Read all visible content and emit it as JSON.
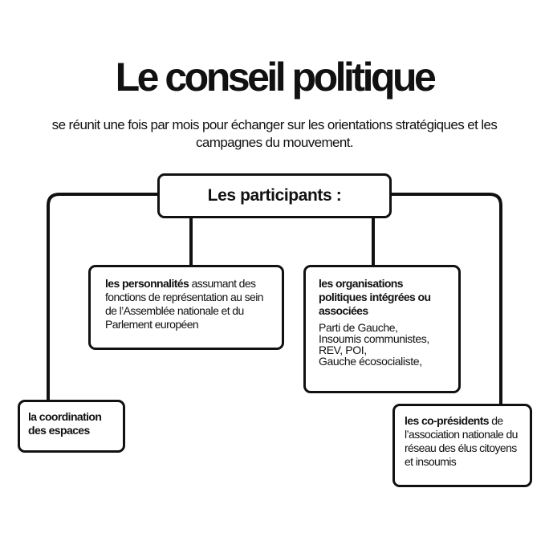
{
  "title": "Le conseil politique",
  "subtitle": "se réunit une fois par mois pour échanger sur les orientations stratégiques et les campagnes du mouvement.",
  "header": "Les participants :",
  "participants": {
    "personnalites": {
      "bold": "les personnalités",
      "rest": " assumant des fonctions de représentation au sein de l’Assemblée nationale et du Parlement européen"
    },
    "organisations": {
      "title": "les organisations politiques intégrées ou associées",
      "items": [
        "Parti de Gauche,",
        "Insoumis communistes,",
        "REV, POI,",
        "Gauche écosocialiste,"
      ]
    },
    "coordination": {
      "bold": "la coordination des espaces"
    },
    "copresidents": {
      "bold": "les co-présidents",
      "rest": " de l’association nationale du réseau des élus citoyens et insoumis"
    }
  },
  "colors": {
    "ink": "#111111",
    "background": "#ffffff"
  }
}
